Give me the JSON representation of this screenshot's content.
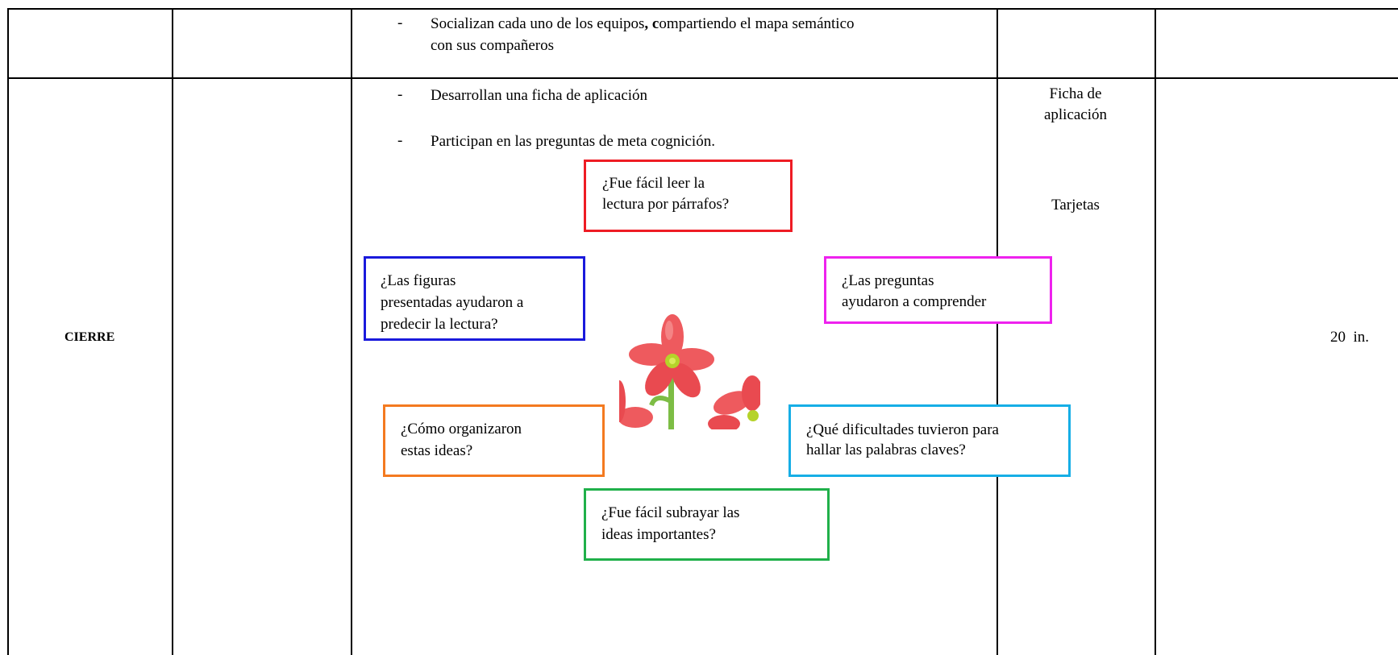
{
  "table": {
    "row1": {
      "activity_part1": "Socializan cada uno de los equipos",
      "activity_bold": ", c",
      "activity_part2": "ompartiendo el mapa semántico",
      "activity_line2": "con sus compañeros"
    },
    "row2": {
      "phase": "CIERRE",
      "activities": [
        "Desarrollan una ficha de aplicación",
        "Participan en las preguntas de meta cognición."
      ],
      "resources_line1": "Ficha de",
      "resources_line2": "aplicación",
      "resources_cards": "Tarjetas",
      "time": "20  in.",
      "question_boxes": [
        {
          "lines": [
            "¿Fue fácil leer la",
            "lectura por párrafos?"
          ],
          "color": "#ee1c24"
        },
        {
          "lines": [
            "¿Las figuras",
            "presentadas ayudaron a",
            "predecir la lectura?"
          ],
          "color": "#1a1adc"
        },
        {
          "lines": [
            "¿Las preguntas",
            "ayudaron a comprender"
          ],
          "color": "#ee22ee"
        },
        {
          "lines": [
            "¿Cómo organizaron",
            "estas ideas?"
          ],
          "color": "#f47a20"
        },
        {
          "lines": [
            "¿Qué dificultades tuvieron para",
            "hallar las palabras claves?"
          ],
          "color": "#16aee6"
        },
        {
          "lines": [
            "¿Fue fácil subrayar las",
            "ideas importantes?"
          ],
          "color": "#20b04a"
        }
      ],
      "image_icon": "flower-balloon-image"
    }
  }
}
